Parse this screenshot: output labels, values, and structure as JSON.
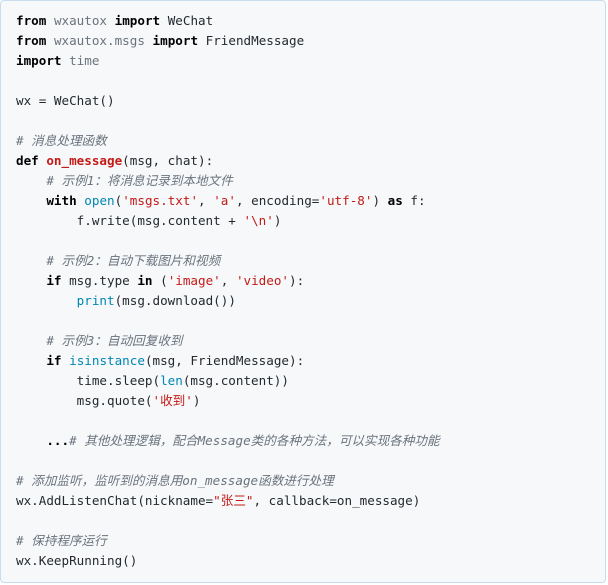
{
  "code": {
    "lines": [
      [
        {
          "t": "from",
          "c": "kw"
        },
        {
          "t": " ",
          "c": "ident"
        },
        {
          "t": "wxautox",
          "c": "mod"
        },
        {
          "t": " ",
          "c": "ident"
        },
        {
          "t": "import",
          "c": "kw"
        },
        {
          "t": " WeChat",
          "c": "ident"
        }
      ],
      [
        {
          "t": "from",
          "c": "kw"
        },
        {
          "t": " ",
          "c": "ident"
        },
        {
          "t": "wxautox.msgs",
          "c": "mod"
        },
        {
          "t": " ",
          "c": "ident"
        },
        {
          "t": "import",
          "c": "kw"
        },
        {
          "t": " FriendMessage",
          "c": "ident"
        }
      ],
      [
        {
          "t": "import",
          "c": "kw"
        },
        {
          "t": " ",
          "c": "ident"
        },
        {
          "t": "time",
          "c": "mod"
        }
      ],
      [],
      [
        {
          "t": "wx = WeChat()",
          "c": "ident"
        }
      ],
      [],
      [
        {
          "t": "# 消息处理函数",
          "c": "cm"
        }
      ],
      [
        {
          "t": "def",
          "c": "kw"
        },
        {
          "t": " ",
          "c": "ident"
        },
        {
          "t": "on_message",
          "c": "fn"
        },
        {
          "t": "(msg, chat):",
          "c": "ident"
        }
      ],
      [
        {
          "t": "    ",
          "c": "ident"
        },
        {
          "t": "# 示例1：将消息记录到本地文件",
          "c": "cm"
        }
      ],
      [
        {
          "t": "    ",
          "c": "ident"
        },
        {
          "t": "with",
          "c": "kw"
        },
        {
          "t": " ",
          "c": "ident"
        },
        {
          "t": "open",
          "c": "bi"
        },
        {
          "t": "(",
          "c": "ident"
        },
        {
          "t": "'msgs.txt'",
          "c": "str"
        },
        {
          "t": ", ",
          "c": "ident"
        },
        {
          "t": "'a'",
          "c": "str"
        },
        {
          "t": ", encoding=",
          "c": "ident"
        },
        {
          "t": "'utf-8'",
          "c": "str"
        },
        {
          "t": ") ",
          "c": "ident"
        },
        {
          "t": "as",
          "c": "kw"
        },
        {
          "t": " f:",
          "c": "ident"
        }
      ],
      [
        {
          "t": "        f.write(msg.content + ",
          "c": "ident"
        },
        {
          "t": "'\\n'",
          "c": "str"
        },
        {
          "t": ")",
          "c": "ident"
        }
      ],
      [],
      [
        {
          "t": "    ",
          "c": "ident"
        },
        {
          "t": "# 示例2：自动下载图片和视频",
          "c": "cm"
        }
      ],
      [
        {
          "t": "    ",
          "c": "ident"
        },
        {
          "t": "if",
          "c": "kw"
        },
        {
          "t": " msg.type ",
          "c": "ident"
        },
        {
          "t": "in",
          "c": "kw"
        },
        {
          "t": " (",
          "c": "ident"
        },
        {
          "t": "'image'",
          "c": "str"
        },
        {
          "t": ", ",
          "c": "ident"
        },
        {
          "t": "'video'",
          "c": "str"
        },
        {
          "t": "):",
          "c": "ident"
        }
      ],
      [
        {
          "t": "        ",
          "c": "ident"
        },
        {
          "t": "print",
          "c": "bi"
        },
        {
          "t": "(msg.download())",
          "c": "ident"
        }
      ],
      [],
      [
        {
          "t": "    ",
          "c": "ident"
        },
        {
          "t": "# 示例3：自动回复收到",
          "c": "cm"
        }
      ],
      [
        {
          "t": "    ",
          "c": "ident"
        },
        {
          "t": "if",
          "c": "kw"
        },
        {
          "t": " ",
          "c": "ident"
        },
        {
          "t": "isinstance",
          "c": "bi"
        },
        {
          "t": "(msg, FriendMessage):",
          "c": "ident"
        }
      ],
      [
        {
          "t": "        time.sleep(",
          "c": "ident"
        },
        {
          "t": "len",
          "c": "bi"
        },
        {
          "t": "(msg.content))",
          "c": "ident"
        }
      ],
      [
        {
          "t": "        msg.quote(",
          "c": "ident"
        },
        {
          "t": "'收到'",
          "c": "str"
        },
        {
          "t": ")",
          "c": "ident"
        }
      ],
      [],
      [
        {
          "t": "    ",
          "c": "ident"
        },
        {
          "t": "...",
          "c": "kw"
        },
        {
          "t": "# 其他处理逻辑，配合Message类的各种方法，可以实现各种功能",
          "c": "cm"
        }
      ],
      [],
      [
        {
          "t": "# 添加监听，监听到的消息用on_message函数进行处理",
          "c": "cm"
        }
      ],
      [
        {
          "t": "wx.AddListenChat(nickname=",
          "c": "ident"
        },
        {
          "t": "\"张三\"",
          "c": "str"
        },
        {
          "t": ", callback=on_message)",
          "c": "ident"
        }
      ],
      [],
      [
        {
          "t": "# 保持程序运行",
          "c": "cm"
        }
      ],
      [
        {
          "t": "wx.KeepRunning()",
          "c": "ident"
        }
      ]
    ]
  },
  "colors": {
    "background": "#f6f8fa",
    "border": "#c8dcef",
    "keyword": "#000000",
    "comment": "#6a737d",
    "string": "#c41a16",
    "builtin": "#0086b3"
  }
}
